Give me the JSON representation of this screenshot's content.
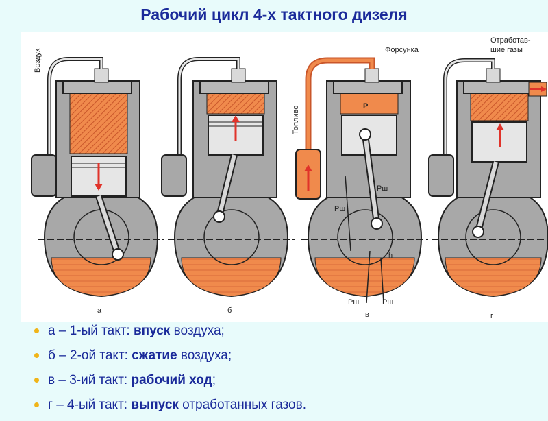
{
  "title": "Рабочий цикл 4-х тактного дизеля",
  "colors": {
    "title": "#1a2a9a",
    "bullet_text": "#1a2a9a",
    "bullet_dot": "#f0b418",
    "oil_and_gas": "#f08a4c",
    "engine_body": "#a8a8a8",
    "slide_background": "#e8fbfb"
  },
  "diagram": {
    "panels": [
      {
        "letter": "а",
        "labels": [
          "Воздух"
        ]
      },
      {
        "letter": "б",
        "labels": []
      },
      {
        "letter": "в",
        "labels": [
          "Форсунка",
          "Топливо",
          "P",
          "Рш",
          "Рш",
          "Рш",
          "Рш",
          "h"
        ]
      },
      {
        "letter": "г",
        "labels": [
          "Отработав-",
          "шие газы"
        ]
      }
    ]
  },
  "bullets": [
    {
      "prefix": "а – 1-ый такт: ",
      "keyword": "впуск",
      "suffix": " воздуха;"
    },
    {
      "prefix": "б – 2-ой такт: ",
      "keyword": "сжатие",
      "suffix": " воздуха;"
    },
    {
      "prefix": "в – 3-ий такт: ",
      "keyword": "рабочий ход",
      "suffix": ";"
    },
    {
      "prefix": "г – 4-ый такт: ",
      "keyword": "выпуск",
      "suffix": " отработанных газов."
    }
  ]
}
